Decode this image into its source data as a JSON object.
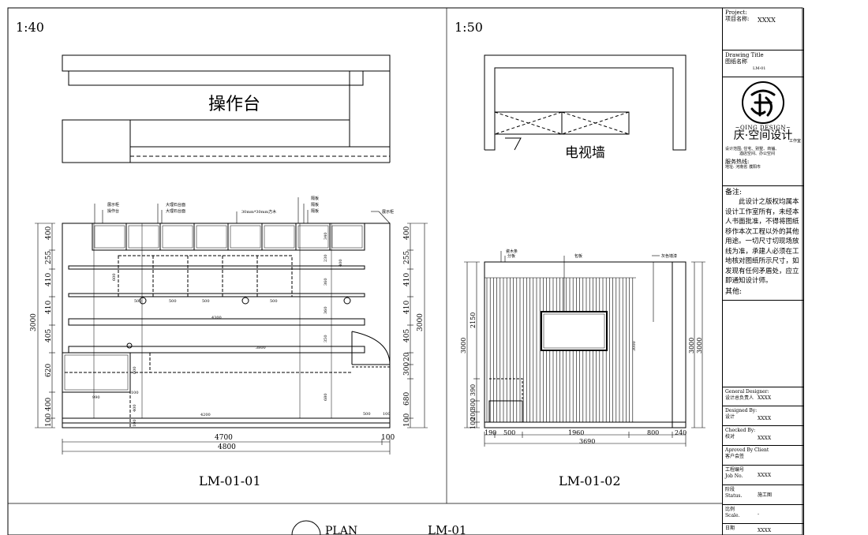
{
  "scales": {
    "left": "1:40",
    "right": "1:50"
  },
  "plan_labels": {
    "console": "操作台",
    "tv_wall": "电视墙"
  },
  "elevation_titles": {
    "left": "LM-01-01",
    "right": "LM-01-02"
  },
  "footer": {
    "plan": "PLAN",
    "code": "LM-01"
  },
  "left_elevation": {
    "leaders": [
      "展示柜",
      "操作台",
      "大理石台面",
      "大理石台面",
      "30mm*30mm方木",
      "隔板",
      "隔板",
      "隔板",
      "展示柜"
    ],
    "vertical_dims_left": [
      "400",
      "255",
      "410",
      "410",
      "405",
      "620",
      "400",
      "100"
    ],
    "vertical_dims_right": [
      "400",
      "255",
      "410",
      "410",
      "405",
      "20",
      "300",
      "680",
      "100"
    ],
    "total_height": "3000",
    "inner_dims": [
      "340",
      "230",
      "360",
      "400",
      "360",
      "350",
      "680"
    ],
    "horizontal_dims": [
      "500",
      "500",
      "500",
      "500",
      "4300",
      "3800",
      "4200",
      "500",
      "100"
    ],
    "misc_dims": [
      "600",
      "990",
      "600",
      "400",
      "100",
      "100"
    ],
    "bottom_dims": [
      "4700",
      "100",
      "4800"
    ]
  },
  "right_elevation": {
    "leaders": [
      "瓷木条",
      "分板",
      "包板",
      "灰色墙漆"
    ],
    "vertical_dims": [
      "3000",
      "2150",
      "390",
      "300",
      "200",
      "100"
    ],
    "right_dims": [
      "3000",
      "3000"
    ],
    "inner_dim": "3000",
    "bottom_dims": [
      "190",
      "500",
      "1960",
      "800",
      "240"
    ],
    "total_width": "3690"
  },
  "title_block": {
    "project_label": "Project:",
    "project_label_cn": "项目名称:",
    "project_value": "XXXX",
    "drawing_title_label": "Drawing Title",
    "drawing_title_label_cn": "图纸名称",
    "drawing_title_value": "LM-01",
    "logo_text": "~QING DESIGN~",
    "brand": "庆·空间设计",
    "brand_sub": "工作室",
    "services_1": "设计范围: 住宅、别墅、商铺、",
    "services_2": "酒店空间、办公空间",
    "hotline": "服务热线:",
    "address": "地址: 河南省  濮阳市",
    "notes_title": "备注:",
    "notes": "此设计之版权均属本设计工作室所有，未经本人书面批准，不得将图纸移作本次工程以外的其他用途。一切尺寸切现场放线为准，承建人必须在工地核对图纸所示尺寸，如发现有任何矛盾处，应立即通知设计师。",
    "others": "其他:",
    "general_designer_label": "General Designer:",
    "general_designer_cn": "设计总负责人",
    "general_designer_value": "XXXX",
    "designed_by_label": "Designed By:",
    "designed_by_cn": "设计",
    "designed_by_value": "XXXX",
    "checked_by_label": "Checked By:",
    "checked_by_cn": "校对",
    "checked_by_value": "XXXX",
    "approved_label": "Aproved By Client",
    "approved_cn": "客户会签",
    "job_no_cn": "工程编号",
    "job_no_label": "Job No.",
    "job_no_value": "XXXX",
    "status_cn": "阶段",
    "status_label": "Status.",
    "status_value": "施工图",
    "scale_cn": "比例",
    "scale_label": "Scale.",
    "scale_value": "-",
    "date_cn": "日期",
    "date_value": "XXXX"
  }
}
